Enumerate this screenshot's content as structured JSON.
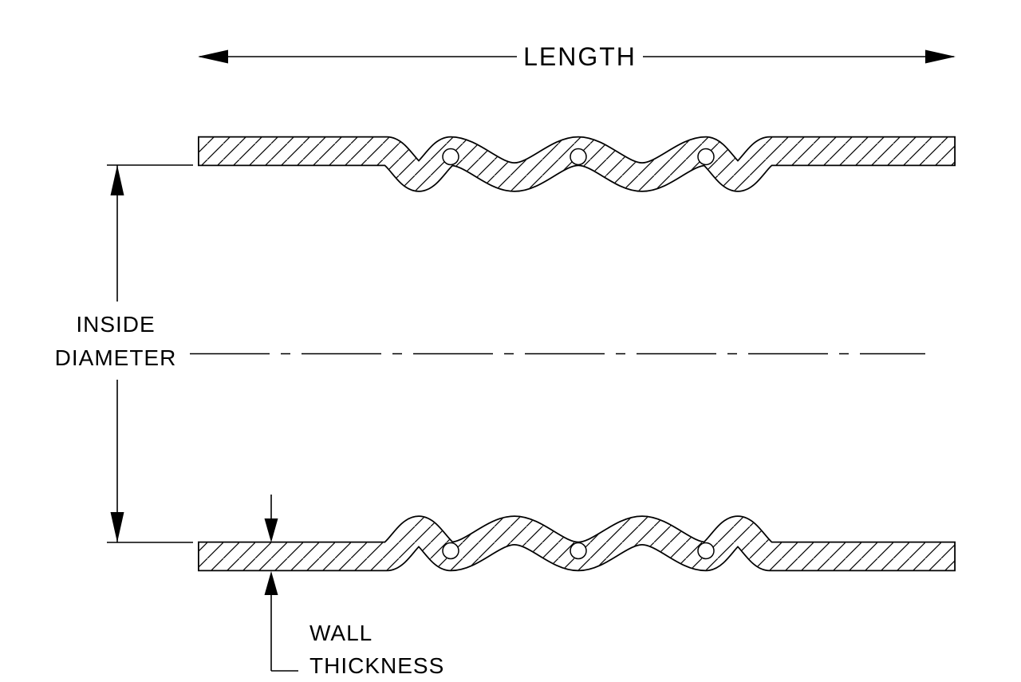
{
  "figure": {
    "type": "technical-drawing",
    "labels": {
      "length": "LENGTH",
      "inside_diameter_line1": "INSIDE",
      "inside_diameter_line2": "DIAMETER",
      "wall_thickness_line1": "WALL",
      "wall_thickness_line2": "THICKNESS"
    },
    "colors": {
      "line": "#000000",
      "background": "#ffffff"
    },
    "features": {
      "hump_ring_count": 6,
      "hump_crest_count": 3
    }
  }
}
